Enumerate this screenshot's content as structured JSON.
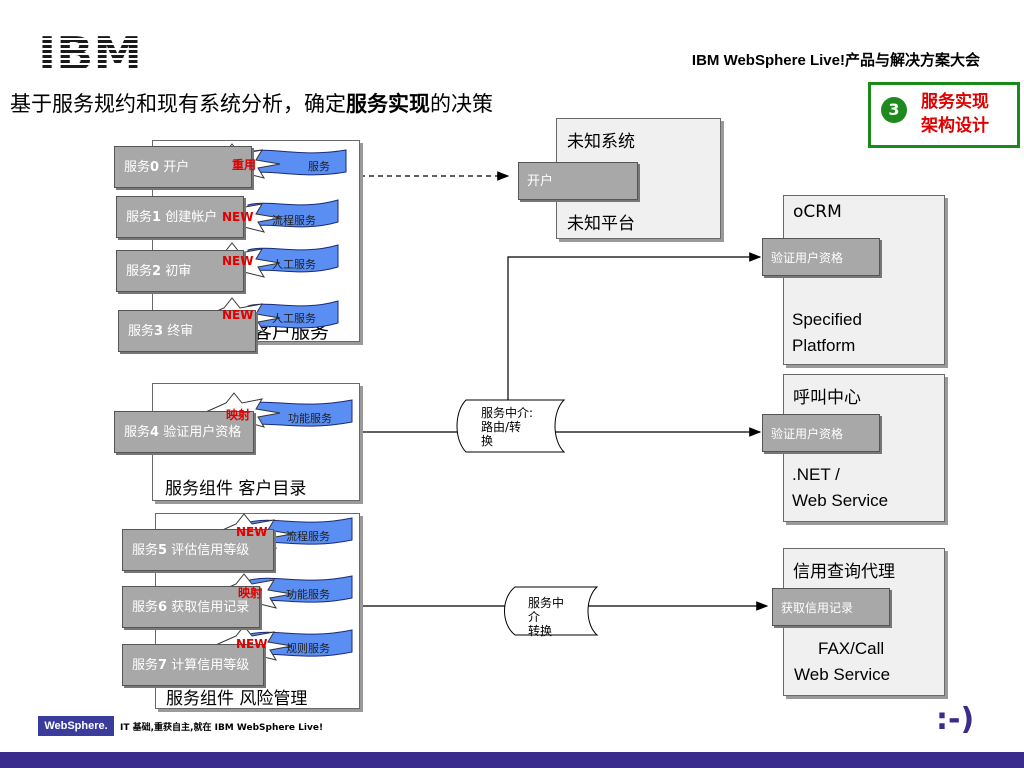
{
  "header": {
    "logo_text": "IBM",
    "event_title": "IBM WebSphere Live!产品与解决方案大会"
  },
  "title": {
    "prefix": "基于服务规约和现有系统分析，确定",
    "bold": "服务实现",
    "suffix": "的决策"
  },
  "badge": {
    "number": "3",
    "line1": "服务实现",
    "line2": "架构设计"
  },
  "colors": {
    "badge_green": "#1e8a1e",
    "accent_red": "#e00000",
    "footer_purple": "#3a2c8c",
    "service_gray": "#a8a8a8"
  },
  "group1": {
    "label": "客户服务",
    "services": [
      {
        "label_pre": "服务",
        "label_num": "0",
        "label_post": " 开户",
        "burst": "重用",
        "tag": "服务"
      },
      {
        "label_pre": "服务",
        "label_num": "1",
        "label_post": " 创建帐户",
        "burst": "NEW",
        "tag": "流程服务"
      },
      {
        "label_pre": "服务",
        "label_num": "2",
        "label_post": " 初审",
        "burst": "NEW",
        "tag": "人工服务"
      },
      {
        "label_pre": "服务",
        "label_num": "3",
        "label_post": " 终审",
        "burst": "NEW",
        "tag": "人工服务"
      }
    ]
  },
  "group2": {
    "label": "服务组件 客户目录",
    "services": [
      {
        "label_pre": "服务",
        "label_num": "4",
        "label_post": " 验证用户资格",
        "burst": "映射",
        "tag": "功能服务"
      }
    ]
  },
  "group3": {
    "label": "服务组件 风险管理",
    "services": [
      {
        "label_pre": "服务",
        "label_num": "5",
        "label_post": " 评估信用等级",
        "burst": "NEW",
        "tag": "流程服务"
      },
      {
        "label_pre": "服务",
        "label_num": "6",
        "label_post": " 获取信用记录",
        "burst": "映射",
        "tag": "功能服务"
      },
      {
        "label_pre": "服务",
        "label_num": "7",
        "label_post": " 计算信用等级",
        "burst": "NEW",
        "tag": "规则服务"
      }
    ]
  },
  "unknown_system": {
    "title": "未知系统",
    "inner": "开户",
    "platform": "未知平台"
  },
  "ocrm": {
    "title": "oCRM",
    "inner": "验证用户资格",
    "platform_line1": "Specified",
    "platform_line2": "Platform"
  },
  "callcenter": {
    "title": "呼叫中心",
    "inner": "验证用户资格",
    "platform_line1": ".NET /",
    "platform_line2": "Web Service"
  },
  "credit": {
    "title": "信用查询代理",
    "inner": "获取信用记录",
    "platform_line1": "FAX/Call",
    "platform_line2": "Web Service"
  },
  "mediator1": {
    "line1": "服务中介:",
    "line2": "路由/转",
    "line3": "换"
  },
  "mediator2": {
    "line1": "服务中",
    "line2": "介",
    "line3": "转换"
  },
  "footer": {
    "brand": "WebSphere.",
    "slogan": "IT 基础,重获自主,就在 IBM WebSphere Live!",
    "smiley": ":-)"
  }
}
